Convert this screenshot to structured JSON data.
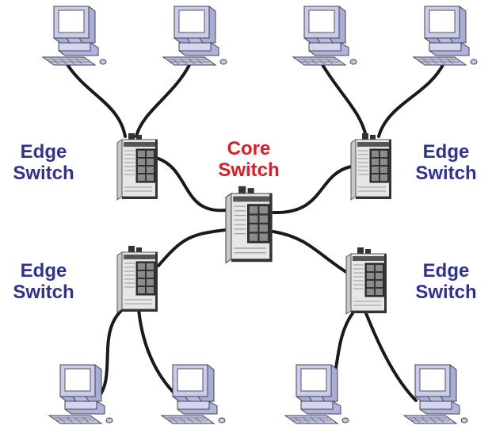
{
  "labels": {
    "edge_tl": [
      "Edge",
      "Switch"
    ],
    "edge_tr": [
      "Edge",
      "Switch"
    ],
    "edge_bl": [
      "Edge",
      "Switch"
    ],
    "edge_br": [
      "Edge",
      "Switch"
    ],
    "core": [
      "Core",
      "Switch"
    ]
  },
  "colors": {
    "edge_label": "#2f3292",
    "core_label": "#e01b24",
    "cable": "#1a1a1a",
    "switch_body": "#e6e6e6",
    "computer_body": "#c9ccec",
    "screen": "#ffffff"
  },
  "icons": [
    "computer-icon",
    "network-switch-icon",
    "ethernet-cable"
  ]
}
